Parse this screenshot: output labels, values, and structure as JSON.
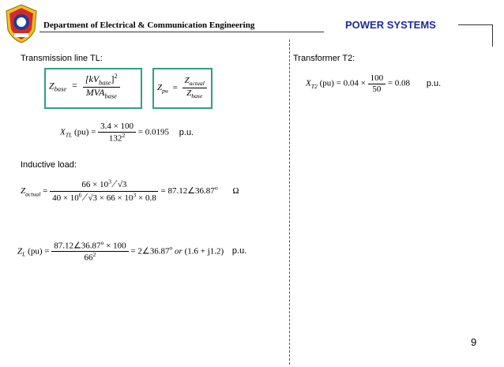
{
  "header": {
    "department": "Department of Electrical & Communication Engineering",
    "course": "POWER SYSTEMS"
  },
  "transmission_line": {
    "heading": "Transmission line TL:",
    "zbase": {
      "lhs": "Z",
      "lhs_sub": "base",
      "eq": "=",
      "num": "[kV",
      "num_sub": "base",
      "num_close": "]",
      "num_sup": "2",
      "den": "MVA",
      "den_sub": "base"
    },
    "zpu": {
      "lhs": "Z",
      "lhs_sub": "pu",
      "eq": "=",
      "num": "Z",
      "num_sub": "actual",
      "den": "Z",
      "den_sub": "base"
    },
    "xtl": {
      "lhs": "X",
      "lhs_sub": "TL",
      "arg": "(pu) =",
      "num": "3.4 × 100",
      "den": "132",
      "den_sup": "2",
      "result": "= 0.0195",
      "unit": "p.u."
    }
  },
  "inductive_load": {
    "heading": "Inductive load:",
    "zactual": {
      "lhs": "Z",
      "lhs_sub": "actual",
      "eq": "=",
      "num_a": "66 × 10",
      "num_a_sup": "3",
      "num_b": "√3",
      "den_a": "40 × 10",
      "den_a_sup": "6",
      "den_b": "√3 × 66 × 10",
      "den_b_sup": "3",
      "den_c": "× 0.8",
      "result": "= 87.12∠36.87",
      "result_sup": "o",
      "unit": "Ω"
    },
    "zl": {
      "lhs": "Z",
      "lhs_sub": "L",
      "arg": "(pu) =",
      "num": "87.12∠36.87",
      "num_sup": "o",
      "num_tail": " × 100",
      "den": "66",
      "den_sup": "2",
      "result": "= 2∠36.87",
      "result_sup": "o",
      "or": " or ",
      "alt": "(1.6 + j1.2)",
      "unit": "p.u."
    }
  },
  "transformer": {
    "heading": "Transformer T2:",
    "xt2": {
      "lhs": "X",
      "lhs_sub": "T2",
      "arg": "(pu) = 0.04 ×",
      "num": "100",
      "den": "50",
      "result": "= 0.08",
      "unit": "p.u."
    }
  },
  "page_number": "9",
  "colors": {
    "box_border": "#2f9e8a",
    "course_title": "#1f2a9c",
    "logo_red": "#d42a2a",
    "logo_blue": "#1b3f9a",
    "logo_yellow": "#f2c21b"
  }
}
